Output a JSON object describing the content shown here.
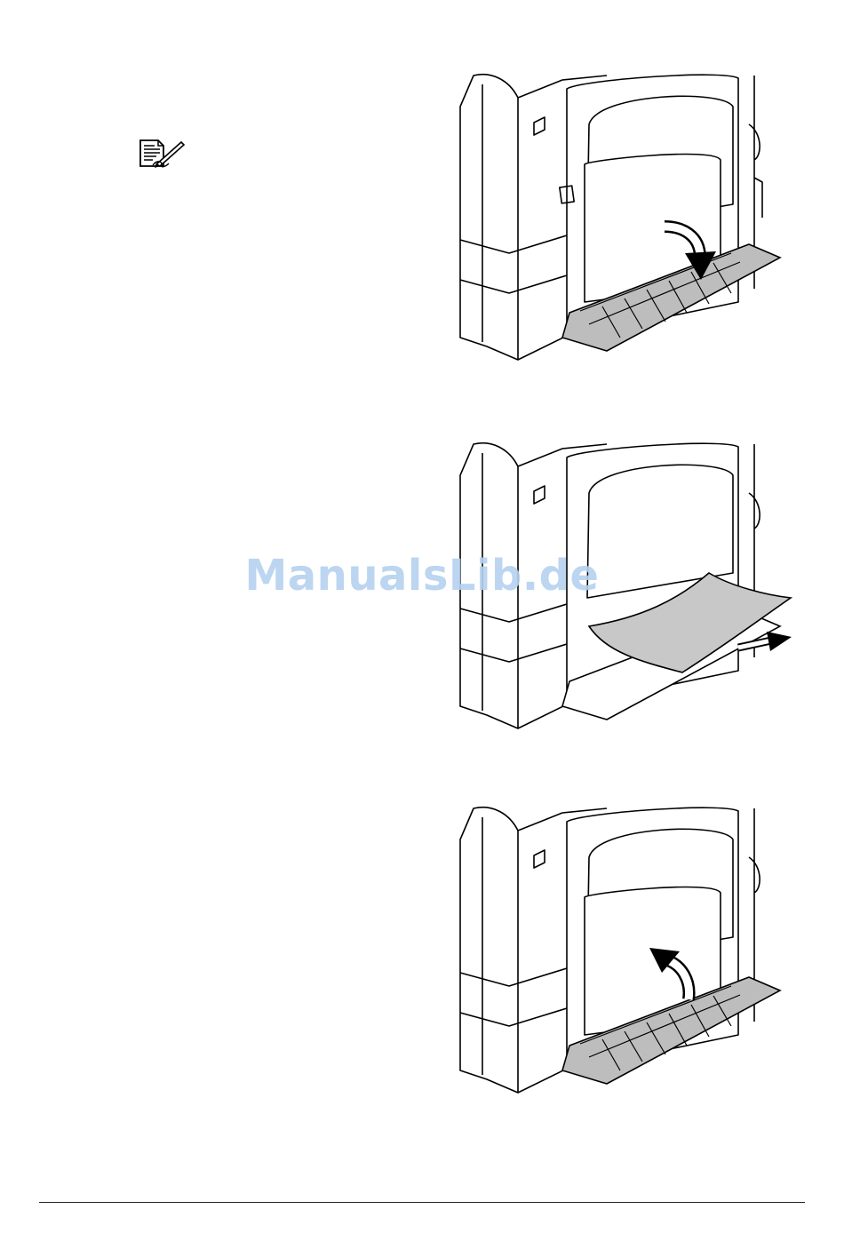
{
  "watermark": {
    "text": "ManualsLib.de"
  },
  "icons": {
    "note": "note-pencil-icon"
  },
  "figures": [
    {
      "step": "open-lower-cover",
      "arrow": "down"
    },
    {
      "step": "remove-jammed-paper",
      "arrow": "right"
    },
    {
      "step": "close-lower-cover",
      "arrow": "up"
    }
  ],
  "colors": {
    "tray": "#bdbdbd",
    "paper": "#c8c8c8",
    "watermark": "#b5d1ef",
    "line": "#000000"
  }
}
